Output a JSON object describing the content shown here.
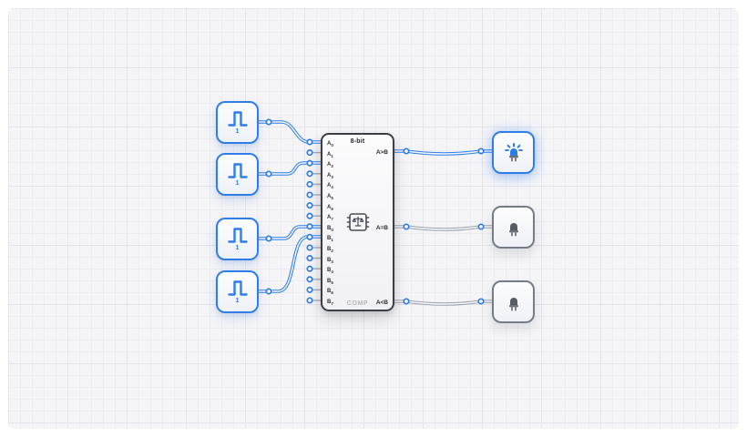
{
  "app": {
    "name": "logic-circuit-simulator-canvas"
  },
  "colors": {
    "wire_active": "#2e7de9",
    "wire_inactive": "#9aa1ab",
    "wire_core": "#f7f8fb",
    "chip_border": "#3b3e45",
    "component_inactive_border": "#767c87",
    "canvas_bg": "#f5f5f8"
  },
  "buttons": [
    {
      "label": "1",
      "type": "pulse-input",
      "state": "high"
    },
    {
      "label": "1",
      "type": "pulse-input",
      "state": "high"
    },
    {
      "label": "1",
      "type": "pulse-input",
      "state": "high"
    },
    {
      "label": "1",
      "type": "pulse-input",
      "state": "high"
    }
  ],
  "chip": {
    "title": "8-bit",
    "subtitle": "COMP",
    "inputs": [
      {
        "base": "A",
        "sub": "0",
        "connected": true
      },
      {
        "base": "A",
        "sub": "1",
        "connected": false
      },
      {
        "base": "A",
        "sub": "2",
        "connected": true
      },
      {
        "base": "A",
        "sub": "3",
        "connected": false
      },
      {
        "base": "A",
        "sub": "4",
        "connected": false
      },
      {
        "base": "A",
        "sub": "5",
        "connected": false
      },
      {
        "base": "A",
        "sub": "6",
        "connected": false
      },
      {
        "base": "A",
        "sub": "7",
        "connected": false
      },
      {
        "base": "B",
        "sub": "0",
        "connected": true
      },
      {
        "base": "B",
        "sub": "1",
        "connected": true
      },
      {
        "base": "B",
        "sub": "2",
        "connected": false
      },
      {
        "base": "B",
        "sub": "3",
        "connected": false
      },
      {
        "base": "B",
        "sub": "4",
        "connected": false
      },
      {
        "base": "B",
        "sub": "5",
        "connected": false
      },
      {
        "base": "B",
        "sub": "6",
        "connected": false
      },
      {
        "base": "B",
        "sub": "7",
        "connected": false
      }
    ],
    "outputs": [
      {
        "label": "A>B",
        "state": "high"
      },
      {
        "label": "A=B",
        "state": "low"
      },
      {
        "label": "A<B",
        "state": "low"
      }
    ]
  },
  "leds": [
    {
      "state": "on"
    },
    {
      "state": "off"
    },
    {
      "state": "off"
    }
  ],
  "connections": [
    {
      "from": "pulse-button-1",
      "to": "A0"
    },
    {
      "from": "pulse-button-2",
      "to": "A2"
    },
    {
      "from": "pulse-button-3",
      "to": "B0"
    },
    {
      "from": "pulse-button-4",
      "to": "B1"
    },
    {
      "from": "A>B",
      "to": "led-1"
    },
    {
      "from": "A=B",
      "to": "led-2"
    },
    {
      "from": "A<B",
      "to": "led-3"
    }
  ]
}
